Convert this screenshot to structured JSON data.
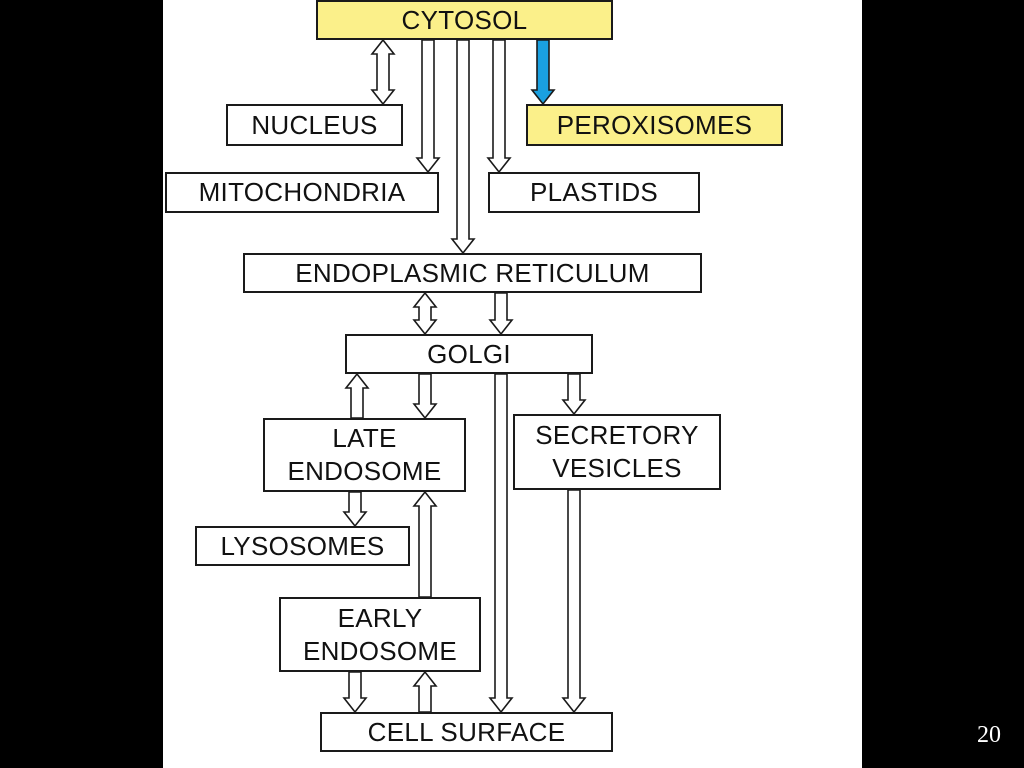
{
  "diagram": {
    "nodes": {
      "cytosol": "CYTOSOL",
      "nucleus": "NUCLEUS",
      "peroxisomes": "PEROXISOMES",
      "mitochondria": "MITOCHONDRIA",
      "plastids": "PLASTIDS",
      "er": "ENDOPLASMIC RETICULUM",
      "golgi": "GOLGI",
      "late_endosome": "LATE\nENDOSOME",
      "secretory_vesicles": "SECRETORY\nVESICLES",
      "lysosomes": "LYSOSOMES",
      "early_endosome": "EARLY\nENDOSOME",
      "cell_surface": "CELL SURFACE"
    },
    "colors": {
      "highlight": "#fbf08a",
      "accent_arrow": "#1aa0e0",
      "outline": "#1a1a1a",
      "background": "#000000"
    }
  },
  "slide": {
    "number": "20"
  }
}
